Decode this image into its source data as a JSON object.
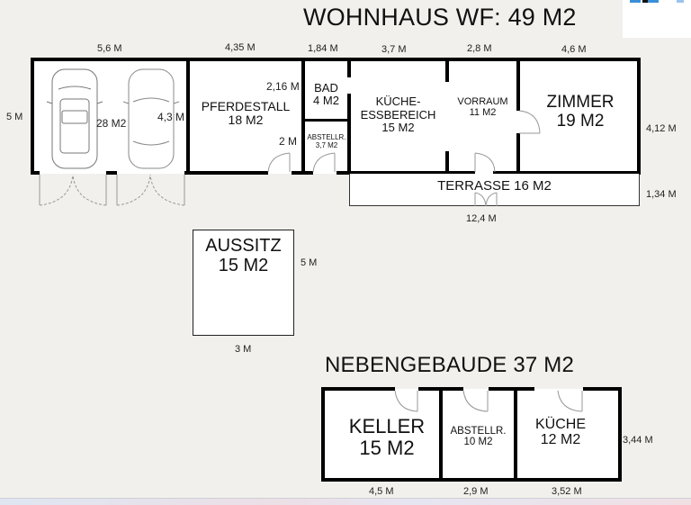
{
  "titles": {
    "main": "WOHNHAUS WF: 49 M2",
    "annex": "NEBENGEBAUDE 37 M2"
  },
  "main_building": {
    "top_dimensions": [
      "5,6 M",
      "4,35 M",
      "1,84 M",
      "3,7 M",
      "2,8 M",
      "4,6 M"
    ],
    "left_dimension": "5 M",
    "right_dimension": "4,12 M",
    "garage": {
      "area": "28 M2",
      "inner_dimension": "4,3 M"
    },
    "pferdestall": {
      "name": "PFERDESTALL",
      "area": "18 M2",
      "dim_height": "2,16 M",
      "dim_width": "2 M"
    },
    "bad": {
      "name": "BAD",
      "area": "4 M2"
    },
    "abstellraum": {
      "name": "ABSTELLR.",
      "area": "3,7 M2"
    },
    "kueche": {
      "name_line1": "KÜCHE-",
      "name_line2": "ESSBEREICH",
      "area": "15 M2"
    },
    "vorraum": {
      "name": "VORRAUM",
      "area": "11 M2"
    },
    "zimmer": {
      "name": "ZIMMER",
      "area": "19 M2"
    },
    "terrasse": {
      "label": "TERRASSE 16 M2",
      "dim_width": "12,4 M",
      "dim_height": "1,34 M"
    }
  },
  "aussitz": {
    "name": "AUSSITZ",
    "area": "15 M2",
    "dim_height": "5 M",
    "dim_width": "3 M"
  },
  "nebengebaeude": {
    "keller": {
      "name": "KELLER",
      "area": "15 M2",
      "dim_width": "4,5 M"
    },
    "abstellraum": {
      "name": "ABSTELLR.",
      "area": "10 M2",
      "dim_width": "2,9 M"
    },
    "kueche": {
      "name": "KÜCHE",
      "area": "12 M2",
      "dim_width": "3,52 M"
    },
    "dim_height": "3,44 M"
  },
  "colors": {
    "background": "#f1f0ec",
    "room_fill": "#ffffff",
    "wall": "#000000",
    "door": "#888888"
  }
}
